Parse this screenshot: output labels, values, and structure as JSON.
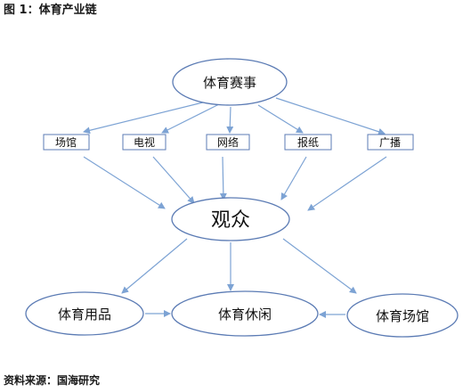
{
  "title": "图 1：体育产业链",
  "source": "资料来源：国海研究",
  "colors": {
    "node_stroke": "#5b7bb4",
    "arrow": "#7da3d4",
    "text": "#111111"
  },
  "diagram": {
    "top_event": "体育赛事",
    "channels": [
      "场馆",
      "电视",
      "网络",
      "报纸",
      "广播"
    ],
    "audience": "观众",
    "outputs": {
      "left": "体育用品",
      "center": "体育休闲",
      "right": "体育场馆"
    }
  }
}
